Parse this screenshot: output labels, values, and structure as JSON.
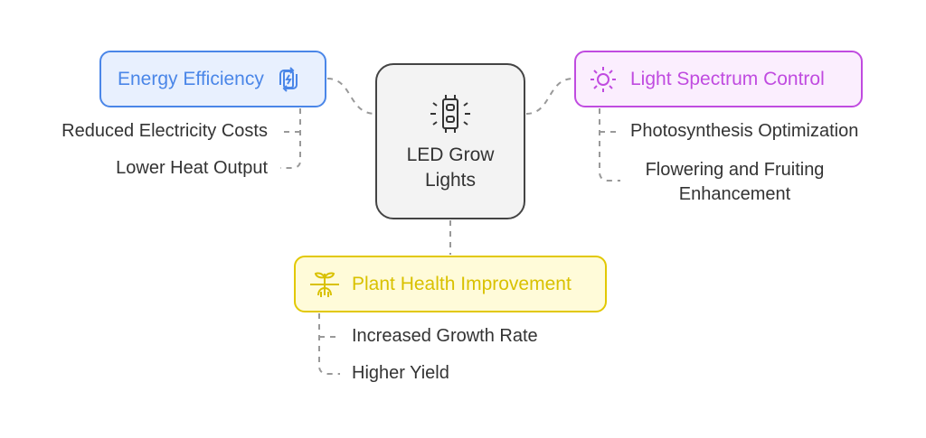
{
  "center": {
    "title_line1": "LED Grow",
    "title_line2": "Lights",
    "icon": "led-light-icon"
  },
  "branches": {
    "energy": {
      "title": "Energy Efficiency",
      "icon": "battery-recycle-icon",
      "color": "#4a86e8",
      "fill": "#e8f0fe",
      "items": [
        "Reduced Electricity Costs",
        "Lower Heat Output"
      ]
    },
    "spectrum": {
      "title": "Light Spectrum Control",
      "icon": "sun-icon",
      "color": "#c04be0",
      "fill": "#fbeefe",
      "items": [
        "Photosynthesis Optimization",
        "Flowering and Fruiting",
        "Enhancement"
      ]
    },
    "plant": {
      "title": "Plant Health Improvement",
      "icon": "plant-roots-icon",
      "color": "#d9c100",
      "fill": "#fffbd9",
      "items": [
        "Increased Growth Rate",
        "Higher Yield"
      ]
    }
  }
}
